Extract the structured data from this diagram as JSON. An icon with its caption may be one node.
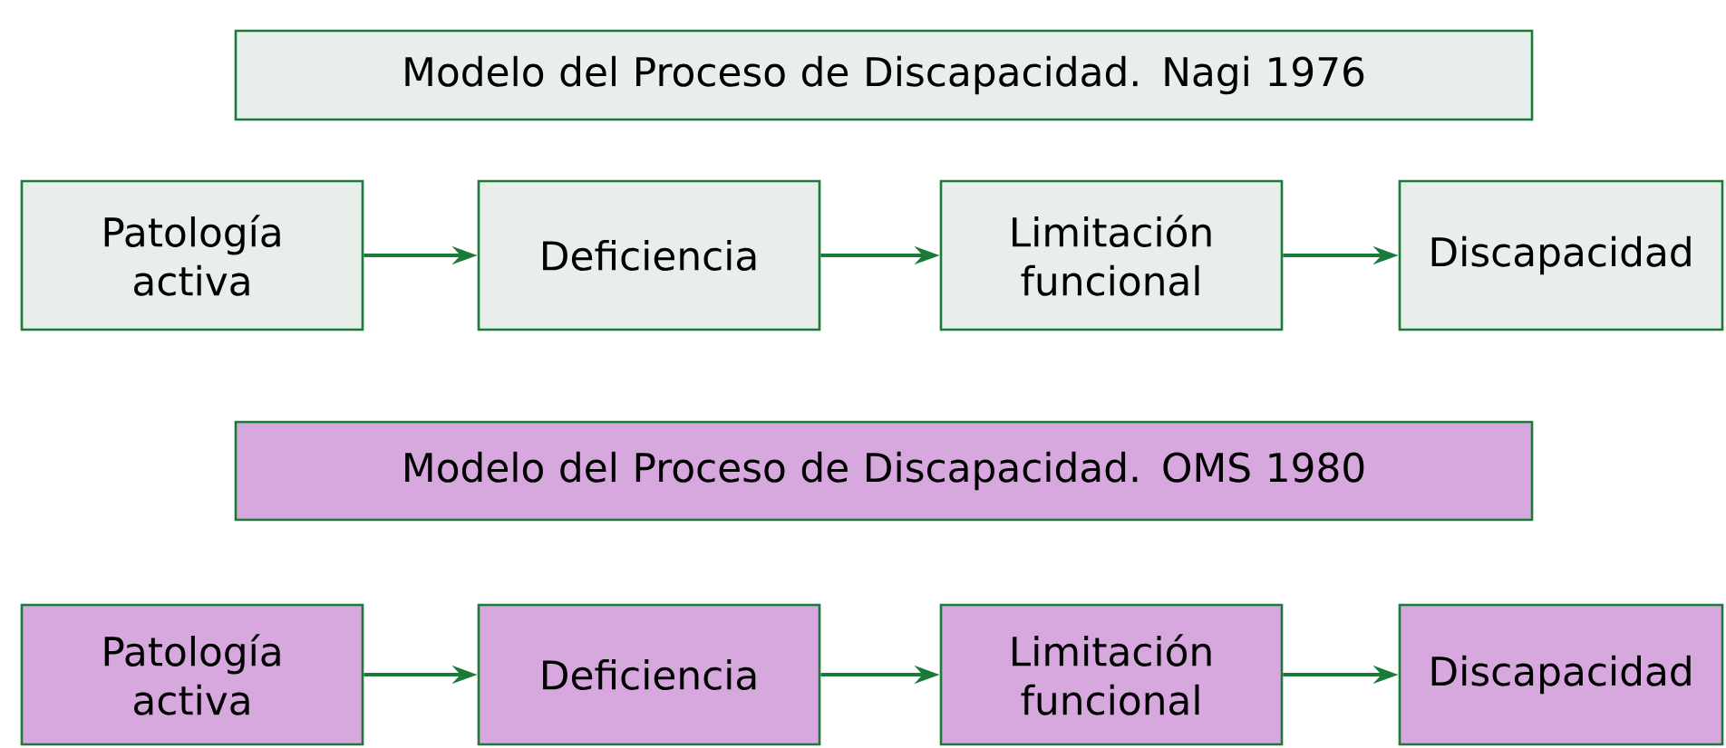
{
  "diagram": {
    "nodes": [
      {
        "text": [
          "Modelo del Proceso de Discapacidad. Nagi 1976"
        ]
      },
      {
        "text": [
          "Patología activa"
        ]
      },
      {
        "text": [
          "Deficiencia"
        ]
      },
      {
        "text": [
          "Limitación funcional"
        ]
      },
      {
        "text": [
          "Discapacidad"
        ]
      },
      {
        "text": [
          "Modelo del Proceso de Discapacidad. OMS 1980"
        ]
      },
      {
        "text": [
          "Patología activa"
        ]
      },
      {
        "text": [
          "Deficiencia"
        ]
      },
      {
        "text": [
          "Limitación funcional"
        ]
      },
      {
        "text": [
          "Discapacidad"
        ]
      }
    ],
    "edges": [
      {
        "from": 1,
        "to": 2,
        "arrow": "to"
      },
      {
        "from": 2,
        "to": 3,
        "arrow": "to"
      },
      {
        "from": 3,
        "to": 4,
        "arrow": "to"
      },
      {
        "from": 6,
        "to": 7,
        "arrow": "to"
      },
      {
        "from": 7,
        "to": 8,
        "arrow": "to"
      },
      {
        "from": 8,
        "to": 9,
        "arrow": "to"
      }
    ]
  }
}
